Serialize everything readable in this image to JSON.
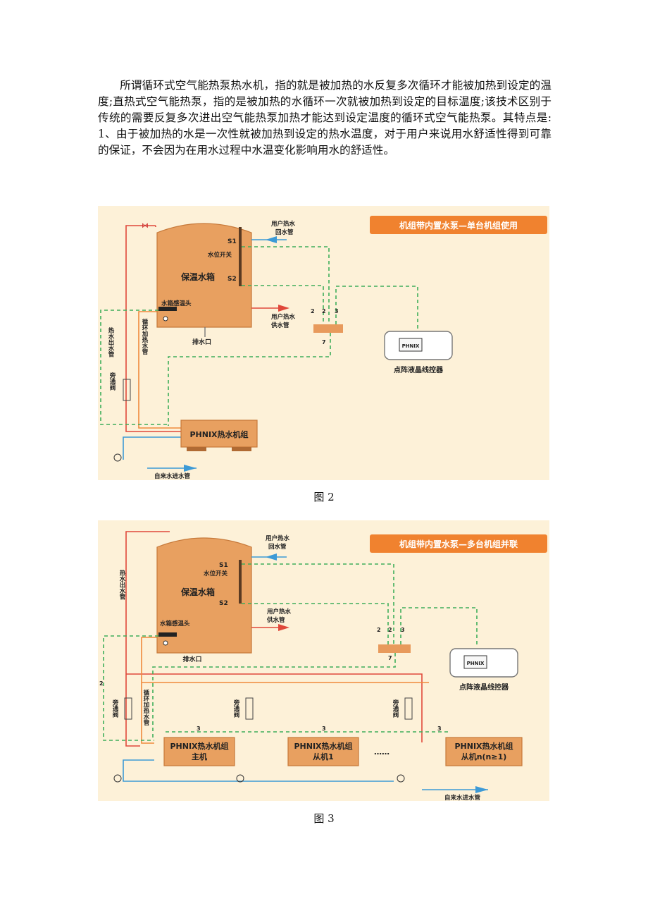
{
  "paragraph": "所谓循环式空气能热泵热水机，指的就是被加热的水反复多次循环才能被加热到设定的温度;直热式空气能热泵，指的是被加热的水循环一次就被加热到设定的目标温度;该技术区别于传统的需要反复多次进出空气能热泵加热才能达到设定温度的循环式空气能热泵。其特点是: 1、由于被加热的水是一次性就被加热到设定的热水温度，对于用户来说用水舒适性得到可靠的保证，不会因为在用水过程中水温变化影响用水的舒适性。",
  "colors": {
    "figure_bg": "#fdf1d8",
    "banner": "#f0822f",
    "hot_pipe": "#e0483a",
    "heat_pipe": "#f08a3c",
    "cold_pipe": "#3d9ad6",
    "signal_line": "#3fae5a",
    "tank": "#e8a060"
  },
  "figure2": {
    "banner": "机组带内置水泵—单台机组使用",
    "user_return_1": "用户热水",
    "user_return_2": "回水管",
    "s1": "S1",
    "s2": "S2",
    "level_switch": "水位开关",
    "tank": "保温水箱",
    "sensor": "水箱感温头",
    "supply_1": "用户热水",
    "supply_2": "供水管",
    "drain": "排水口",
    "hot_out": "热水出水管",
    "circ": "循环加热水管",
    "bypass": "旁通阀",
    "unit": "PHNIX热水机组",
    "inlet": "自来水进水管",
    "controller": "点阵液晶线控器",
    "controller_brand": "PHNIX",
    "wires": [
      "2",
      "2",
      "3",
      "7"
    ],
    "caption": "图 2"
  },
  "figure3": {
    "banner": "机组带内置水泵—多台机组并联",
    "user_return_1": "用户热水",
    "user_return_2": "回水管",
    "s1": "S1",
    "s2": "S2",
    "level_switch": "水位开关",
    "tank": "保温水箱",
    "sensor": "水箱感温头",
    "supply_1": "用户热水",
    "supply_2": "供水管",
    "drain": "排水口",
    "hot_out": "热水出水管",
    "circ": "循环加热水管",
    "bypass": "旁通阀",
    "unit_main_1": "PHNIX热水机组",
    "unit_main_2": "主机",
    "unit_slave1_1": "PHNIX热水机组",
    "unit_slave1_2": "从机1",
    "unit_slaven_1": "PHNIX热水机组",
    "unit_slaven_2": "从机n(n≥1)",
    "dots": "……",
    "inlet": "自来水进水管",
    "controller": "点阵液晶线控器",
    "controller_brand": "PHNIX",
    "wires": [
      "2",
      "2",
      "3",
      "7",
      "3",
      "3",
      "3",
      "2"
    ],
    "caption": "图 3"
  }
}
